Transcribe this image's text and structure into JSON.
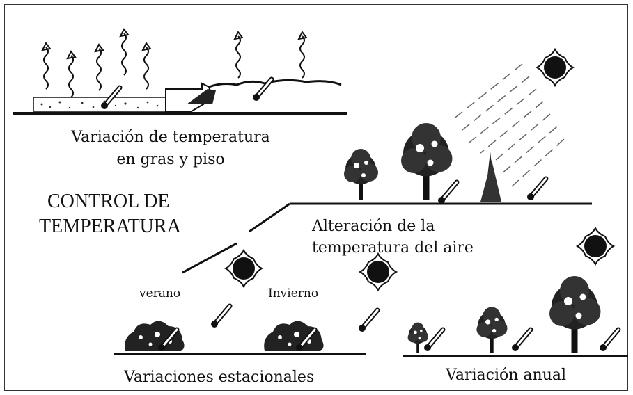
{
  "labels": {
    "grass_floor_line1": "Variación de temperatura",
    "grass_floor_line2": "en gras y piso",
    "title_line1": "CONTROL DE",
    "title_line2": "TEMPERATURA",
    "air_line1": "Alteración de la",
    "air_line2": "temperatura del aire",
    "summer": "verano",
    "winter": "Invierno",
    "seasonal": "Variaciones estacionales",
    "annual": "Variación anual"
  }
}
